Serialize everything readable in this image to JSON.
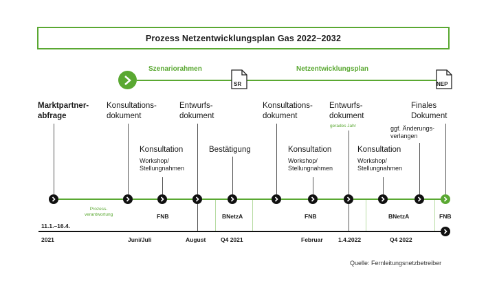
{
  "title": "Prozess Netzentwicklungsplan Gas 2022–2032",
  "top_phases": {
    "szenariorahmen": "Szenariorahmen",
    "netzentwicklungsplan": "Netzentwicklungsplan",
    "sr_doc": "SR",
    "nep_doc": "NEP"
  },
  "steps": {
    "marktpartner": [
      "Marktpartner-",
      "abfrage"
    ],
    "konsultationsdokument_1": [
      "Konsultations-",
      "dokument"
    ],
    "konsultation_1": "Konsultation",
    "workshop_1": [
      "Workshop/",
      "Stellungnahmen"
    ],
    "entwurfsdokument_1": [
      "Entwurfs-",
      "dokument"
    ],
    "bestaetigung": "Bestätigung",
    "konsultationsdokument_2": [
      "Konsultations-",
      "dokument"
    ],
    "konsultation_2": "Konsultation",
    "workshop_2": [
      "Workshop/",
      "Stellungnahmen"
    ],
    "entwurfsdokument_2": [
      "Entwurfs-",
      "dokument"
    ],
    "gerades_jahr": "gerades Jahr",
    "konsultation_3": "Konsultation",
    "workshop_3": [
      "Workshop/",
      "Stellungnahmen"
    ],
    "aenderungsverlangen": [
      "ggf. Änderungs-",
      "verlangen"
    ],
    "finales_dokument": [
      "Finales",
      "Dokument"
    ]
  },
  "phases": {
    "prozessverantwortung": [
      "Prozess-",
      "verantwortung"
    ],
    "fnb_1": "FNB",
    "bnetza_1": "BNetzA",
    "fnb_2": "FNB",
    "bnetza_2": "BNetzA",
    "fnb_3": "FNB"
  },
  "dates": {
    "range": "11.1.–16.4.",
    "d2021": "2021",
    "juni_juli": "Juni/Juli",
    "august": "August",
    "q4_2021": "Q4 2021",
    "februar": "Februar",
    "d_1_4_2022": "1.4.2022",
    "q4_2022": "Q4 2022"
  },
  "source": "Quelle: Fernleitungsnetzbetreiber",
  "colors": {
    "accent": "#5aa832",
    "node": "#111111",
    "line": "#5aa832"
  }
}
